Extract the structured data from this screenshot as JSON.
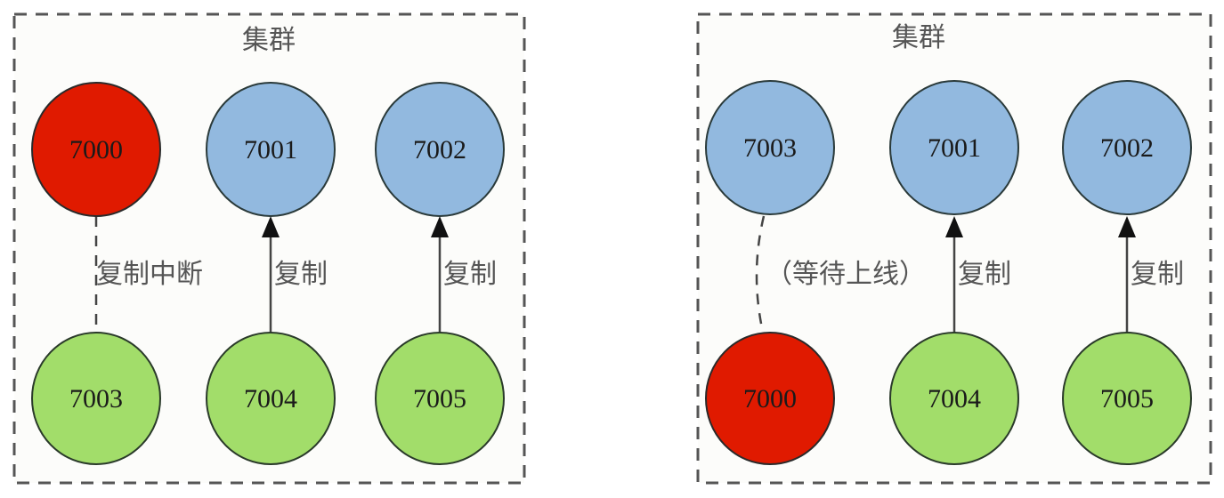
{
  "colors": {
    "failed": "#e01a00",
    "master": "#92b9df",
    "slave": "#a2dd6a",
    "stroke": "#2a3a3a",
    "cluster_border": "#555555",
    "cluster_bg": "#fcfcfa",
    "edge": "#444444"
  },
  "diagrams": [
    {
      "cluster_title": "集群",
      "nodes": [
        {
          "id": "7000",
          "label": "7000",
          "role": "failed",
          "row": "top",
          "col": 0
        },
        {
          "id": "7001",
          "label": "7001",
          "role": "master",
          "row": "top",
          "col": 1
        },
        {
          "id": "7002",
          "label": "7002",
          "role": "master",
          "row": "top",
          "col": 2
        },
        {
          "id": "7003",
          "label": "7003",
          "role": "slave",
          "row": "bottom",
          "col": 0
        },
        {
          "id": "7004",
          "label": "7004",
          "role": "slave",
          "row": "bottom",
          "col": 1
        },
        {
          "id": "7005",
          "label": "7005",
          "role": "slave",
          "row": "bottom",
          "col": 2
        }
      ],
      "edges": [
        {
          "from": "7003",
          "to": "7000",
          "label": "复制中断",
          "style": "dashed",
          "arrow": false
        },
        {
          "from": "7004",
          "to": "7001",
          "label": "复制",
          "style": "solid",
          "arrow": true
        },
        {
          "from": "7005",
          "to": "7002",
          "label": "复制",
          "style": "solid",
          "arrow": true
        }
      ]
    },
    {
      "cluster_title": "集群",
      "nodes": [
        {
          "id": "7003",
          "label": "7003",
          "role": "master",
          "row": "top",
          "col": 0
        },
        {
          "id": "7001",
          "label": "7001",
          "role": "master",
          "row": "top",
          "col": 1
        },
        {
          "id": "7002",
          "label": "7002",
          "role": "master",
          "row": "top",
          "col": 2
        },
        {
          "id": "7000",
          "label": "7000",
          "role": "failed",
          "row": "bottom",
          "col": 0
        },
        {
          "id": "7004",
          "label": "7004",
          "role": "slave",
          "row": "bottom",
          "col": 1
        },
        {
          "id": "7005",
          "label": "7005",
          "role": "slave",
          "row": "bottom",
          "col": 2
        }
      ],
      "edges": [
        {
          "from": "7000",
          "to": "7003",
          "label": "（等待上线）",
          "style": "dashed",
          "arrow": false
        },
        {
          "from": "7004",
          "to": "7001",
          "label": "复制",
          "style": "solid",
          "arrow": true
        },
        {
          "from": "7005",
          "to": "7002",
          "label": "复制",
          "style": "solid",
          "arrow": true
        }
      ]
    }
  ]
}
